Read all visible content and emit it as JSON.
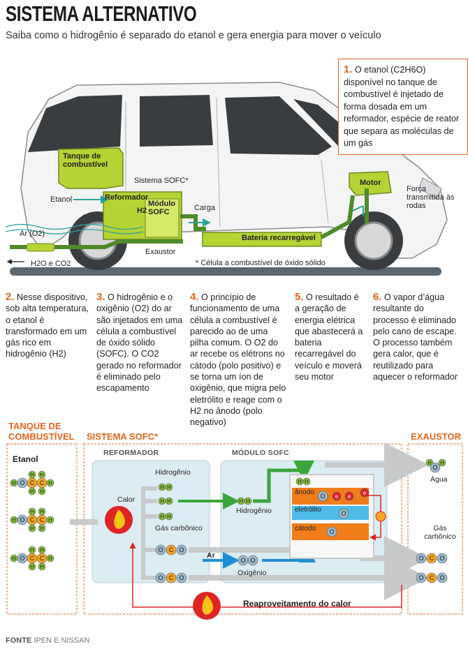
{
  "header": {
    "title": "SISTEMA ALTERNATIVO",
    "subtitle": "Saiba como o hidrogênio é separado do etanol e gera energia para mover o veículo"
  },
  "colors": {
    "accent": "#e5631e",
    "component_green": "#b5d334",
    "dark_green": "#4f8a2b",
    "pipe_teal": "#2aa39b",
    "box_fill": "#dcecf3",
    "hydrogen_green": "#8cc63f",
    "carbon_orange": "#f5a623",
    "oxygen_blue": "#9bb8cc"
  },
  "callout1": {
    "num": "1.",
    "text": "O etanol (C2H6O) disponível no tanque de combustível é injetado de forma dosada em um reformador, espécie de reator que separa as moléculas de um gás"
  },
  "car_labels": {
    "tank": "Tanque de combustível",
    "sofc_system": "Sistema SOFC*",
    "reformer": "Reformador",
    "module": "Módulo SOFC",
    "h2": "H2",
    "ethanol": "Etanol",
    "charge": "Carga",
    "air": "Ar (O2)",
    "exhaust": "Exaustor",
    "h2o_co2": "H2O e CO2",
    "battery": "Bateria recarregável",
    "motor": "Motor",
    "force": "Força transmitida às rodas",
    "footnote": "* Célula a combustível de óxido sólido"
  },
  "steps": [
    {
      "num": "2.",
      "text": "Nesse dispositivo, sob alta temperatura, o etanol é transformado em um gás rico em hidrogênio (H2)"
    },
    {
      "num": "3.",
      "text": "O hidrogênio e o oxigênio (O2) do ar são injetados em uma célula a combustível de óxido sólido (SOFC). O CO2 gerado no reformador é eliminado pelo escapamento"
    },
    {
      "num": "4.",
      "text": "O princípio de funcionamento de uma célula a combustível é parecido ao de uma pilha comum. O O2 do ar recebe os elétrons no cátodo (polo positivo) e se torna um íon de oxigênio, que migra pelo eletrólito e reage com o H2 no ânodo (polo negativo)"
    },
    {
      "num": "5.",
      "text": "O resultado é a geração de energia elétrica que abastecerá a bateria recarregável do veículo e moverá seu motor"
    },
    {
      "num": "6.",
      "text": "O vapor d’água resultante do processo é eliminado pelo cano de escape. O processo também gera calor, que é reutilizado para aquecer o reformador"
    }
  ],
  "diagram": {
    "sec_tank": "TANQUE DE COMBUSTÍVEL",
    "sec_sofc": "SISTEMA SOFC*",
    "sec_exhaust": "EXAUSTOR",
    "box_reformer": "REFORMADOR",
    "box_module": "MÓDULO SOFC",
    "ethanol": "Etanol",
    "heat": "Calor",
    "hydrogen_out": "Hidrogênio",
    "carbon_gas": "Gás carbônico",
    "hydrogen_in": "Hidrogênio",
    "air": "Ar",
    "oxygen": "Oxigênio",
    "anode": "ânodo",
    "electrolyte": "eletrólito",
    "cathode": "cátodo",
    "water": "Água",
    "carbon_out": "Gás carbônico",
    "heat_reuse": "Reaproveitamento do calor",
    "atoms": {
      "h": "H",
      "o": "O",
      "c": "C",
      "e": "e"
    }
  },
  "source": {
    "label": "FONTE",
    "value": "IPEN E NISSAN"
  }
}
